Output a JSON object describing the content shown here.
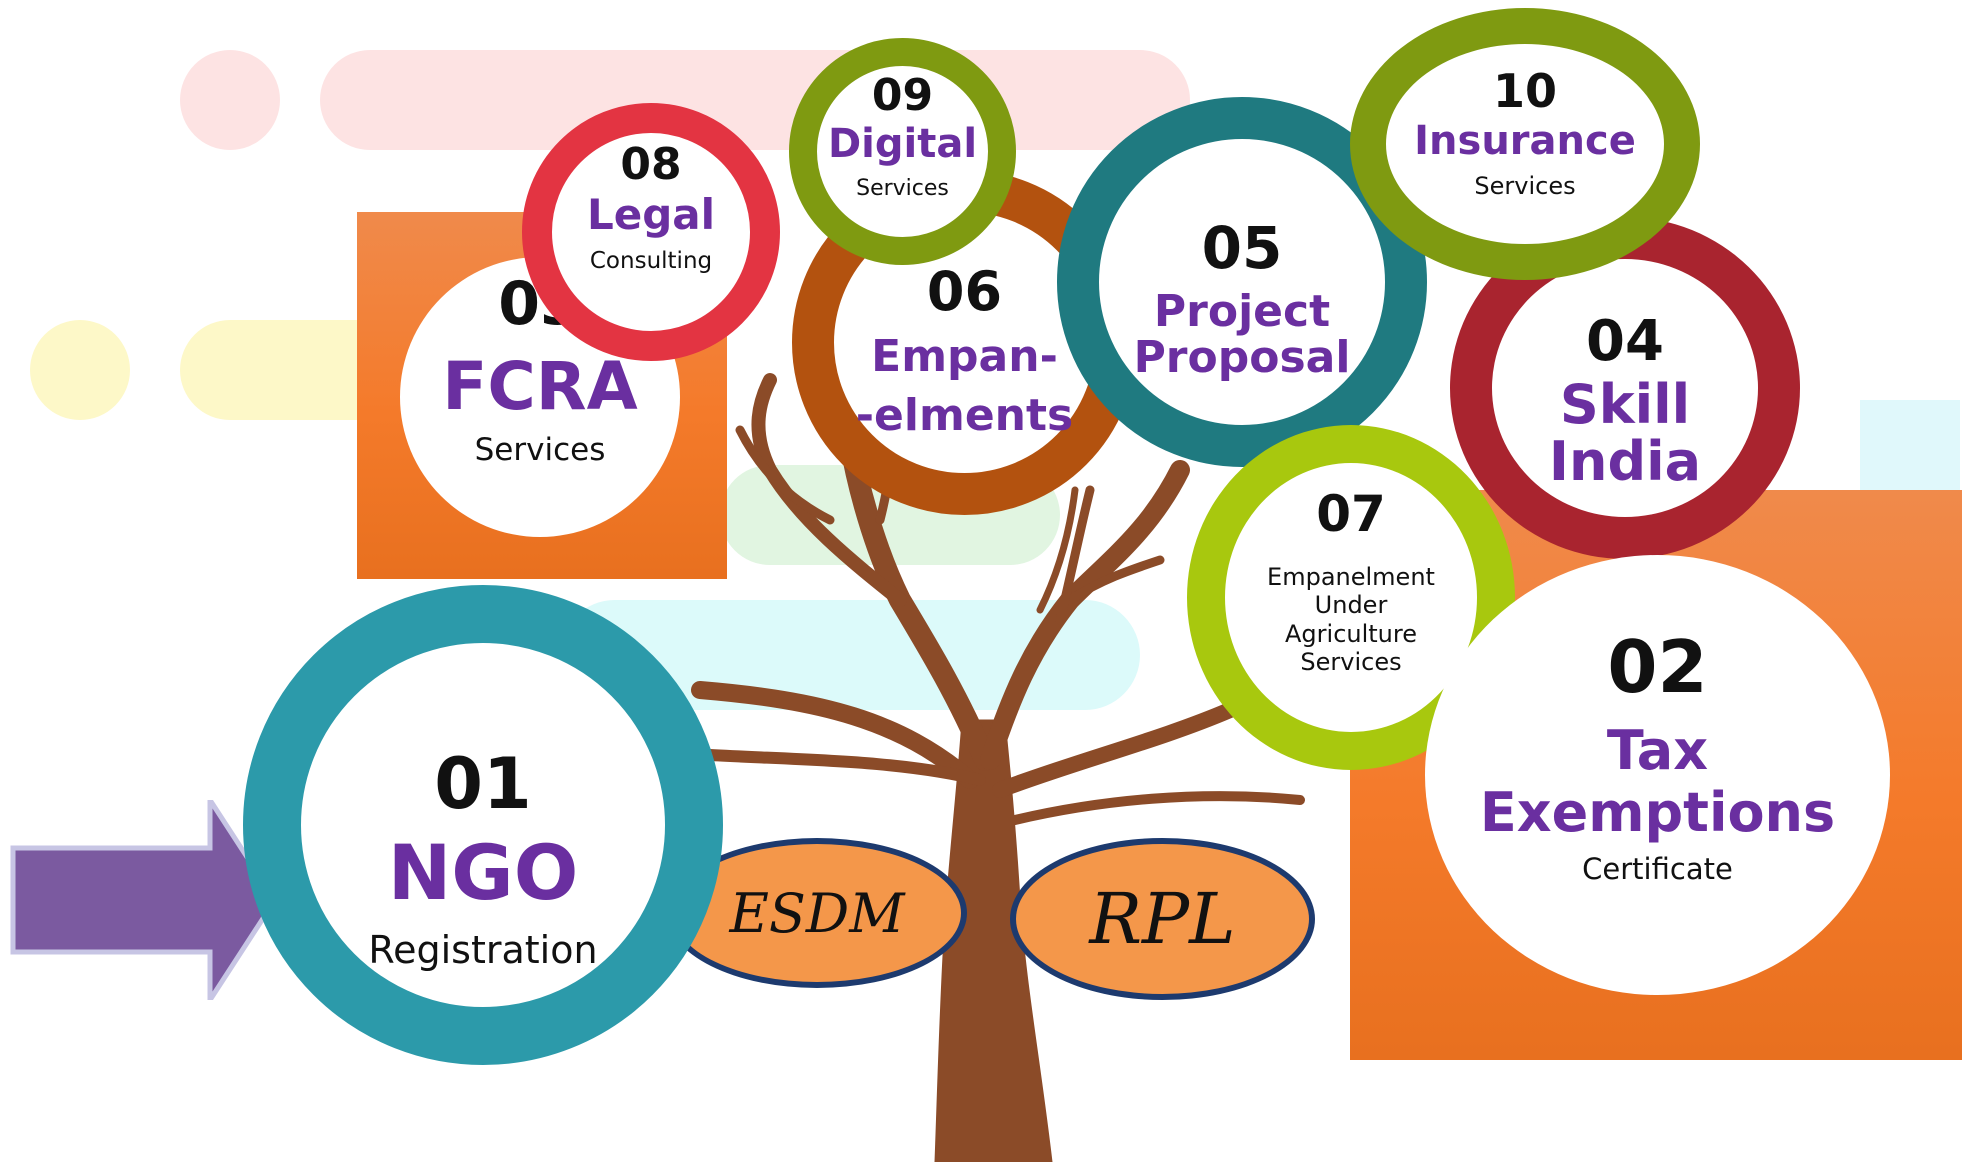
{
  "items": {
    "n01": {
      "num": "01",
      "title": "NGO",
      "sub": "Registration"
    },
    "n02": {
      "num": "02",
      "title": "Tax\nExemptions",
      "sub": "Certificate"
    },
    "n03": {
      "num": "03",
      "title": "FCRA",
      "sub": "Services"
    },
    "n04": {
      "num": "04",
      "title": "Skill\nIndia",
      "sub": ""
    },
    "n05": {
      "num": "05",
      "title": "Project\nProposal",
      "sub": ""
    },
    "n06": {
      "num": "06",
      "title": "Empan-\n-elments",
      "sub": ""
    },
    "n07": {
      "num": "07",
      "title": "",
      "sub": "Empanelment\nUnder\nAgriculture\nServices"
    },
    "n08": {
      "num": "08",
      "title": "Legal",
      "sub": "Consulting"
    },
    "n09": {
      "num": "09",
      "title": "Digital",
      "sub": "Services"
    },
    "n10": {
      "num": "10",
      "title": "Insurance",
      "sub": "Services"
    }
  },
  "ovals": {
    "esdm": "ESDM",
    "rpl": "RPL"
  },
  "colors": {
    "title_purple": "#6a2fa0",
    "ring_teal": "#2c9aaa",
    "ring_red": "#e33442",
    "ring_olive": "#7f9a11",
    "ring_brown": "#b3520f",
    "ring_darkteal": "#1f7a80",
    "ring_lime": "#a8c80e",
    "ring_maroon": "#a9242f",
    "panel_orange": "#f47a2a",
    "trunk_brown": "#8b4b28",
    "arrow_purple": "#7b5aa0"
  }
}
